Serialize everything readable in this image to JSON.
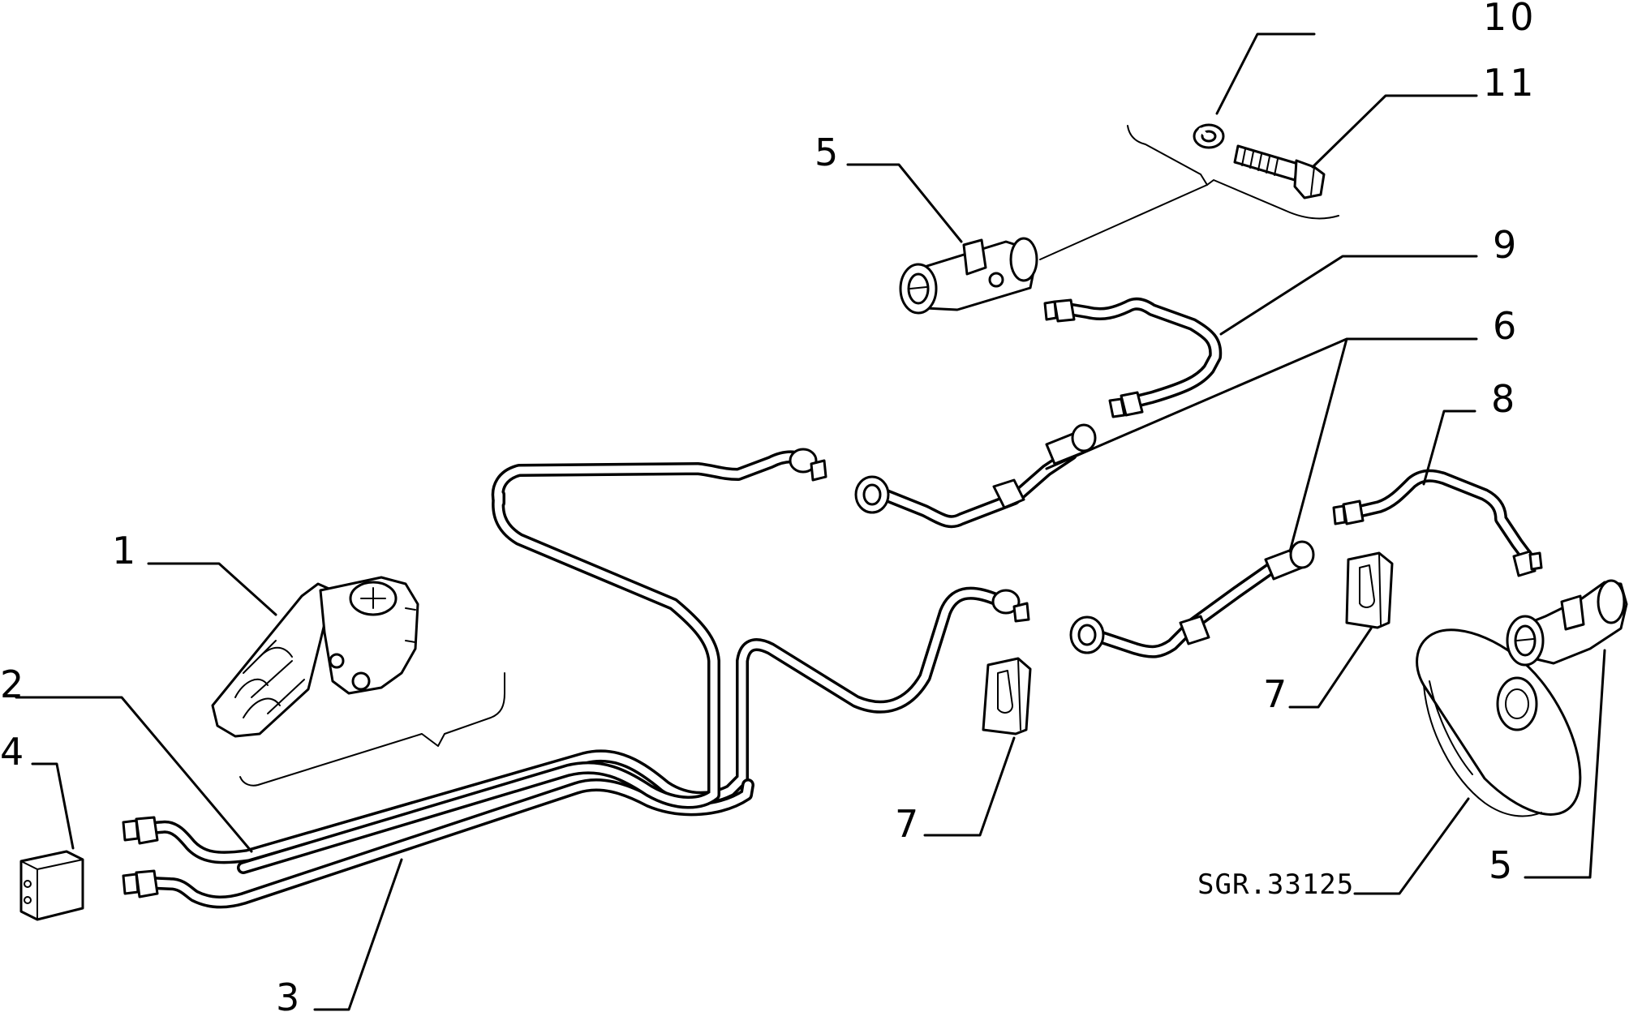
{
  "diagram": {
    "drawing_code": "SGR.33125",
    "callouts": [
      "1",
      "2",
      "3",
      "4",
      "5",
      "5",
      "6",
      "7",
      "7",
      "8",
      "9",
      "10",
      "11"
    ]
  }
}
